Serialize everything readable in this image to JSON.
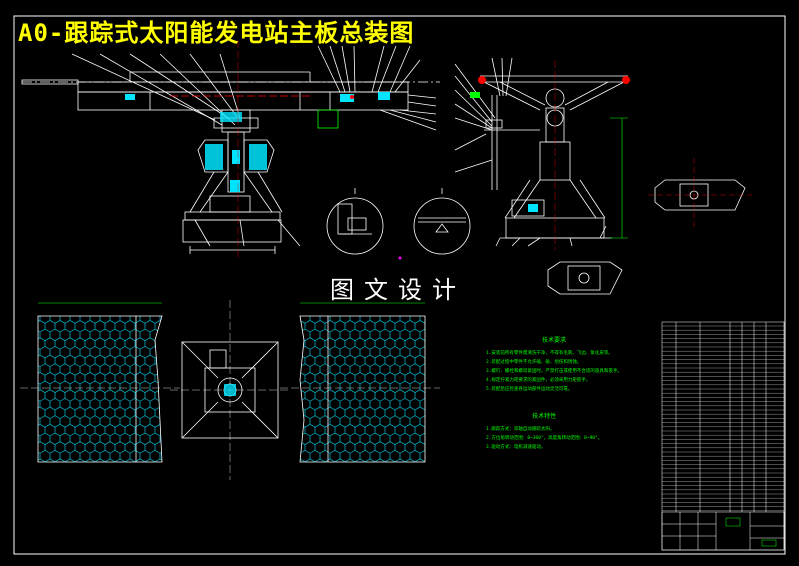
{
  "drawing": {
    "title": "A0-跟踪式太阳能发电站主板总装图",
    "watermark": "图文设计",
    "tech_requirements": {
      "heading": "技术要求",
      "lines": [
        "1.安装前所有零件需清洗干净，不得有毛刺、飞边、氧化皮等。",
        "2.装配过程中零件不允许磕、碰、划伤和锈蚀。",
        "3.螺钉、螺栓和螺母紧固时，严禁打击或使用不合适的旋具和扳手。",
        "4.规定拧紧力矩要求的紧固件，必须采用力矩扳手。",
        "5.装配后应检查各运动部件运动灵活可靠。"
      ]
    },
    "tech_features": {
      "heading": "技术特性",
      "lines": [
        "1.跟踪方式：双轴自动跟踪太阳。",
        "2.方位角转动范围：0~360°，高度角转动范围：0~90°。",
        "3.驱动方式：电机减速驱动。"
      ]
    }
  },
  "colors": {
    "line": "#ffffff",
    "cyan": "#00e5ff",
    "green": "#00ff00",
    "red": "#ff0000",
    "yellow": "#ffff00",
    "magenta": "#ff00ff"
  }
}
